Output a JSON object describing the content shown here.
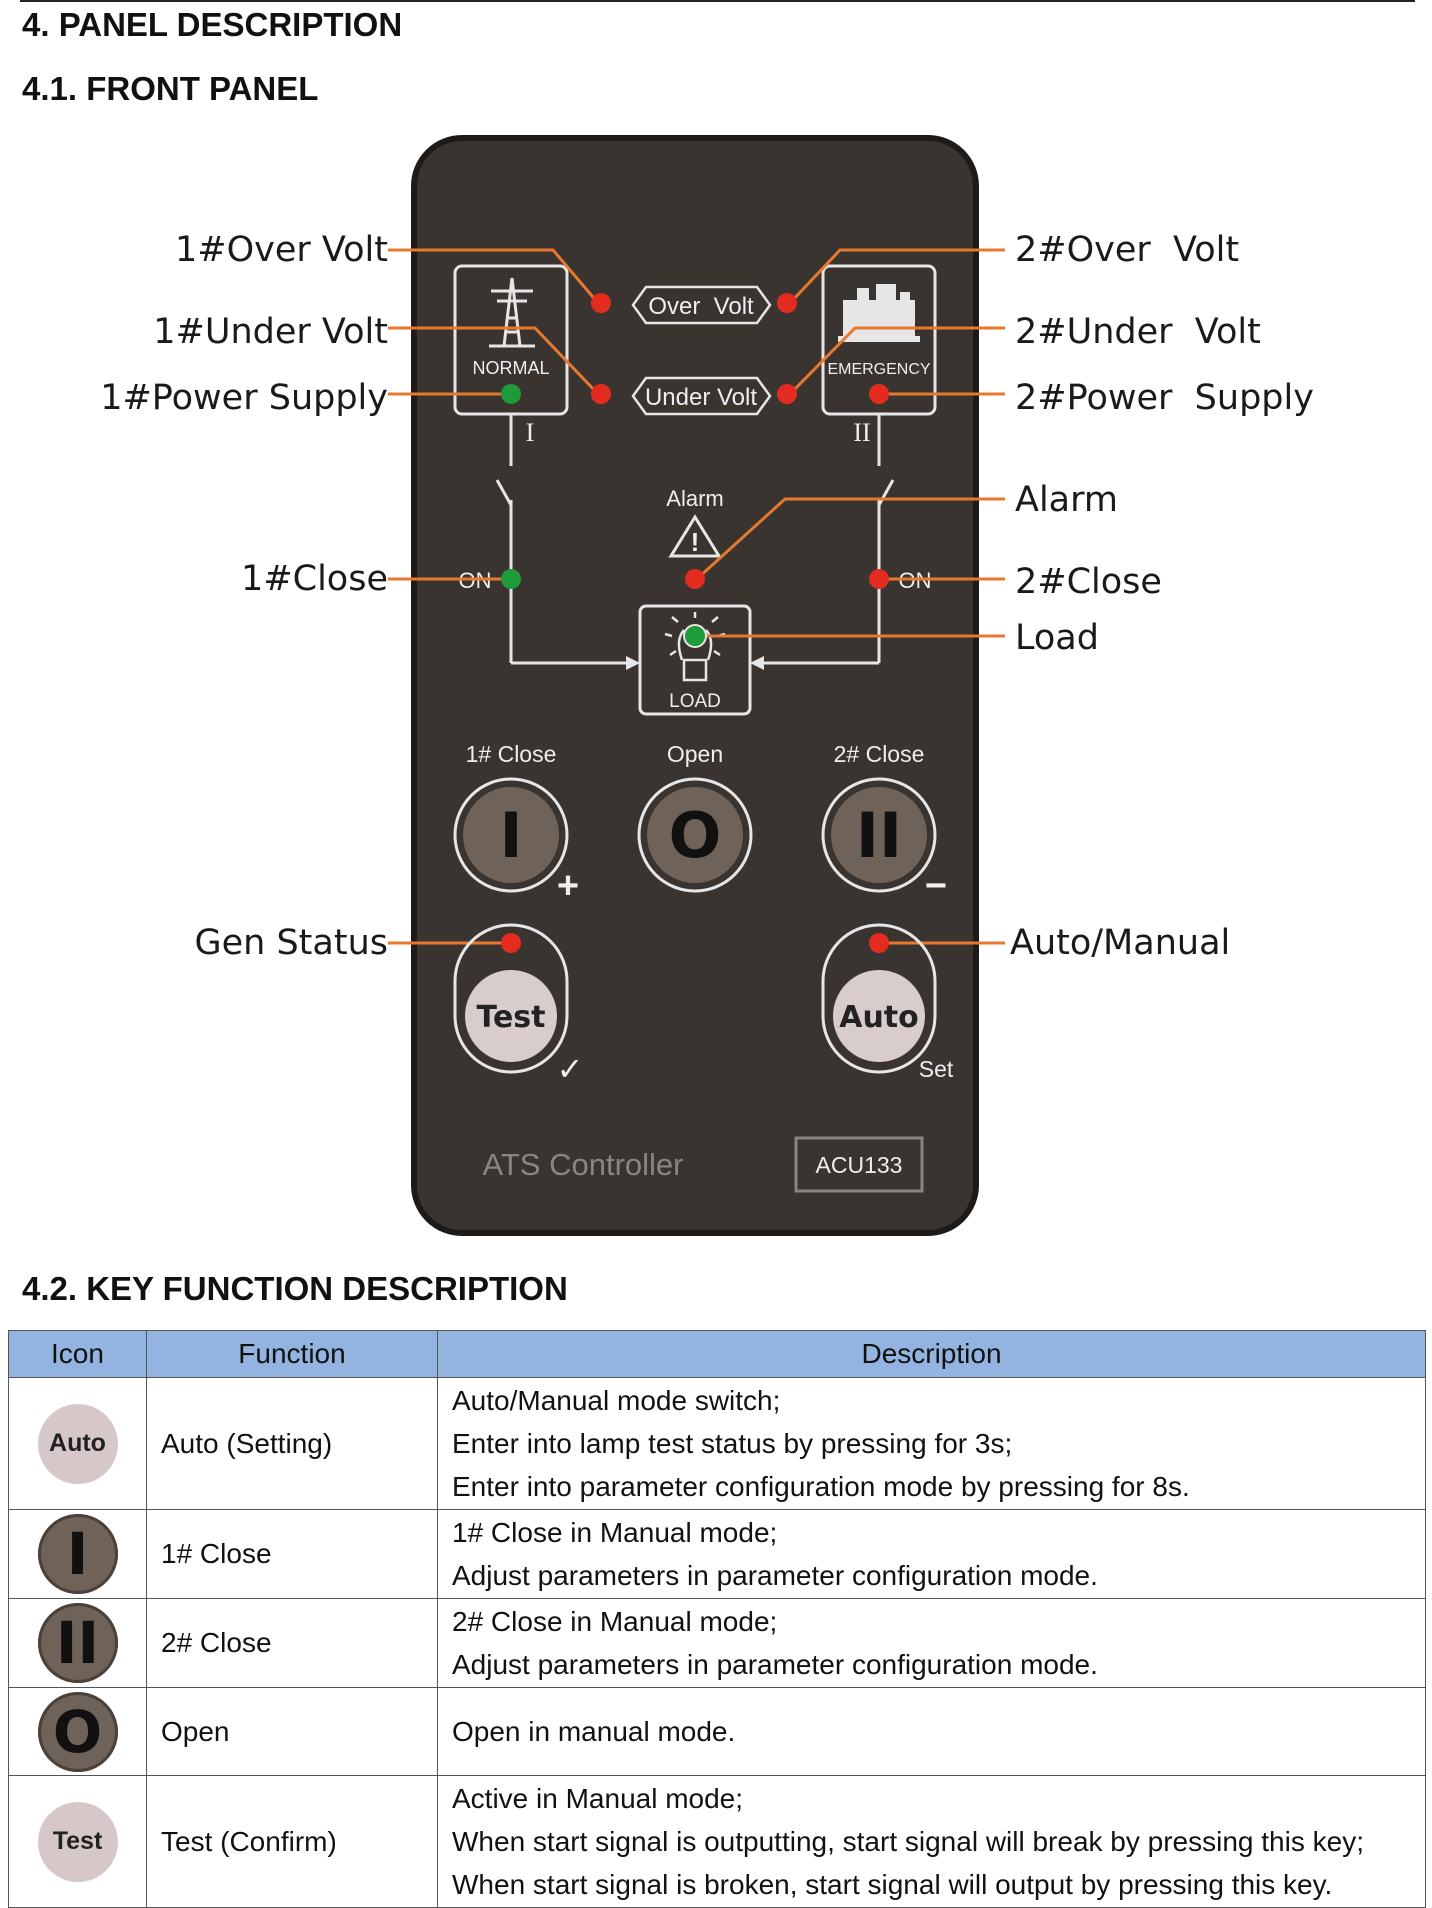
{
  "headings": {
    "section": "4.  PANEL DESCRIPTION",
    "front_panel": "4.1.  FRONT PANEL",
    "key_function": "4.2.  KEY FUNCTION DESCRIPTION"
  },
  "callouts": {
    "left": {
      "over_volt": "1#Over Volt",
      "under_volt": "1#Under Volt",
      "power_supply": "1#Power Supply",
      "close": "1#Close",
      "gen_status": "Gen Status"
    },
    "right": {
      "over_volt": "2#Over  Volt",
      "under_volt": "2#Under  Volt",
      "power_supply": "2#Power  Supply",
      "alarm": "Alarm",
      "close": "2#Close",
      "load": "Load",
      "auto_manual": "Auto/Manual"
    }
  },
  "panel": {
    "normal": "NORMAL",
    "emergency": "EMERGENCY",
    "source1_roman": "I",
    "source2_roman": "II",
    "over_volt": "Over  Volt",
    "under_volt": "Under Volt",
    "alarm": "Alarm",
    "alarm_symbol": "!",
    "on_left": "ON",
    "on_right": "ON",
    "load": "LOAD",
    "btn_labels": {
      "close1": "1# Close",
      "open": "Open",
      "close2": "2# Close"
    },
    "btn_glyphs": {
      "close1": "I",
      "open": "O",
      "close2": "II"
    },
    "plus": "+",
    "minus": "−",
    "test": "Test",
    "check": "✓",
    "auto": "Auto",
    "set": "Set",
    "brand": "ATS Controller",
    "model": "ACU133",
    "colors": {
      "led_red": "#e32b20",
      "led_green": "#1f9a3a",
      "leader": "#e8782e",
      "panel": "#3a3431"
    }
  },
  "table": {
    "headers": {
      "icon": "Icon",
      "function": "Function",
      "description": "Description"
    },
    "rows": [
      {
        "icon": "Auto",
        "function": "Auto (Setting)",
        "desc": [
          "Auto/Manual mode switch;",
          "Enter into lamp test status by pressing for 3s;",
          "Enter into parameter configuration mode by pressing for 8s."
        ]
      },
      {
        "icon": "I",
        "function": "1# Close",
        "desc": [
          "1# Close in Manual mode;",
          "Adjust parameters in parameter configuration mode."
        ]
      },
      {
        "icon": "II",
        "function": "2# Close",
        "desc": [
          "2# Close in Manual mode;",
          "Adjust parameters in parameter configuration mode."
        ]
      },
      {
        "icon": "O",
        "function": "Open",
        "desc": [
          "Open in manual mode."
        ]
      },
      {
        "icon": "Test",
        "function": "Test (Confirm)",
        "desc": [
          "Active in Manual mode;",
          "When start signal is outputting, start signal will break by pressing this key;",
          "When start signal is broken, start signal will output by pressing this key."
        ]
      }
    ]
  }
}
